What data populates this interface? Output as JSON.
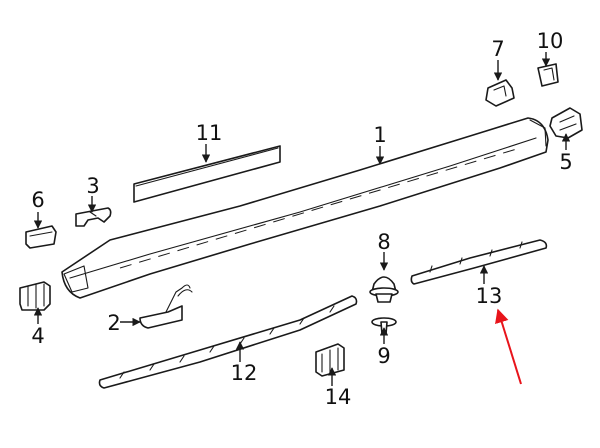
{
  "callouts": [
    "1",
    "2",
    "3",
    "4",
    "5",
    "6",
    "7",
    "8",
    "9",
    "10",
    "11",
    "12",
    "13",
    "14"
  ],
  "colors": {
    "line": "#1a1a1a",
    "highlight_arrow": "#e8141b",
    "background": "#ffffff"
  }
}
